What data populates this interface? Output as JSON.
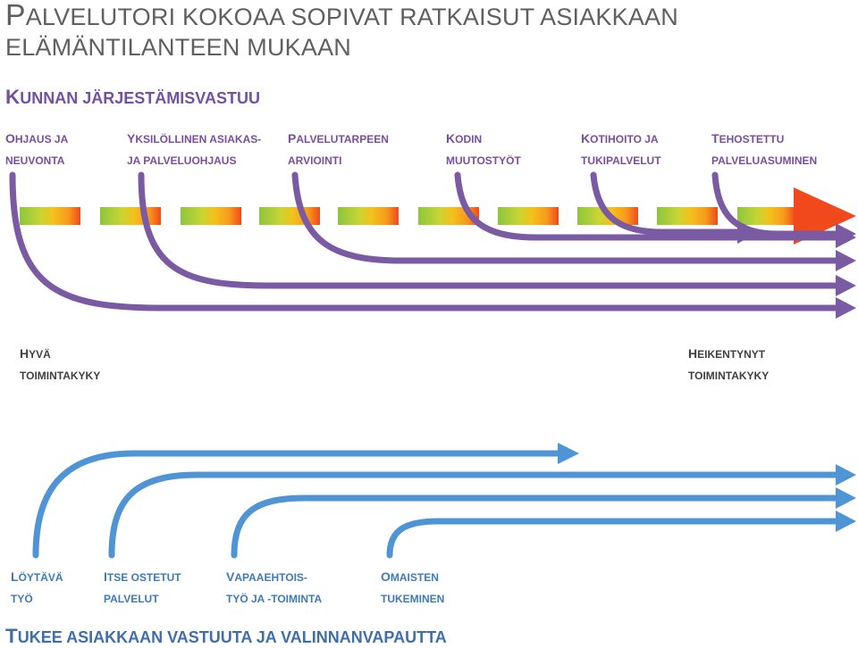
{
  "title": "Palvelutori kokoaa sopivat ratkaisut asiakkaan elämäntilanteen mukaan",
  "section_title": "Kunnan järjestämisvastuu",
  "purple_labels": [
    {
      "line1": "Ohjaus ja",
      "line2": "neuvonta"
    },
    {
      "line1": "Yksilöllinen asiakas-",
      "line2": "ja palveluohjaus"
    },
    {
      "line1": "Palvelutarpeen",
      "line2": "arviointi"
    },
    {
      "line1": "Kodin",
      "line2": "muutostyöt"
    },
    {
      "line1": "Kotihoito ja",
      "line2": "tukipalvelut"
    },
    {
      "line1": "Tehostettu",
      "line2": "palveluasuminen"
    }
  ],
  "scale_left": {
    "line1": "Hyvä",
    "line2": "toimintakyky"
  },
  "scale_right": {
    "line1": "Heikentynyt",
    "line2": "toimintakyky"
  },
  "blue_labels": [
    {
      "line1": "Löytävä",
      "line2": "työ"
    },
    {
      "line1": "Itse ostetut",
      "line2": "palvelut"
    },
    {
      "line1": "Vapaaehtois-",
      "line2": "työ ja -toiminta"
    },
    {
      "line1": "Omaisten",
      "line2": "tukeminen"
    }
  ],
  "footer": "Tukee asiakkaan vastuuta ja valinnanvapautta",
  "colors": {
    "purple": "#7a5ba3",
    "blue": "#4f94d4",
    "gradient": [
      "#8cc63e",
      "#c8d534",
      "#f3c21b",
      "#f89a1d",
      "#f1491c"
    ]
  }
}
